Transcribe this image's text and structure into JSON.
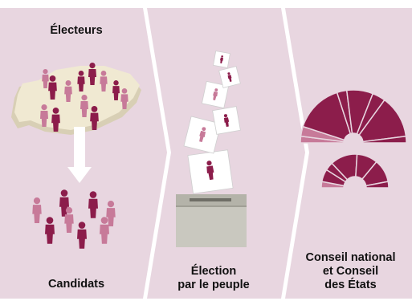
{
  "panels": {
    "voters": {
      "title": "Électeurs",
      "caption": "Candidats"
    },
    "election": {
      "caption_line1": "Élection",
      "caption_line2": "par le peuple"
    },
    "parliament": {
      "caption_line1": "Conseil national",
      "caption_line2": "et Conseil",
      "caption_line3": "des États"
    }
  },
  "colors": {
    "panel_bg": "#e8d6e0",
    "accent_dark": "#8c1d4b",
    "accent_light": "#c77a99",
    "map": "#f0e9d2",
    "ballot_box": "#c9c8bf",
    "arrow": "#ffffff"
  },
  "icons": [
    "switzerland-map-icon",
    "down-arrow-icon",
    "ballot-icon",
    "ballot-box-icon",
    "parliament-hemicycle-icon"
  ]
}
